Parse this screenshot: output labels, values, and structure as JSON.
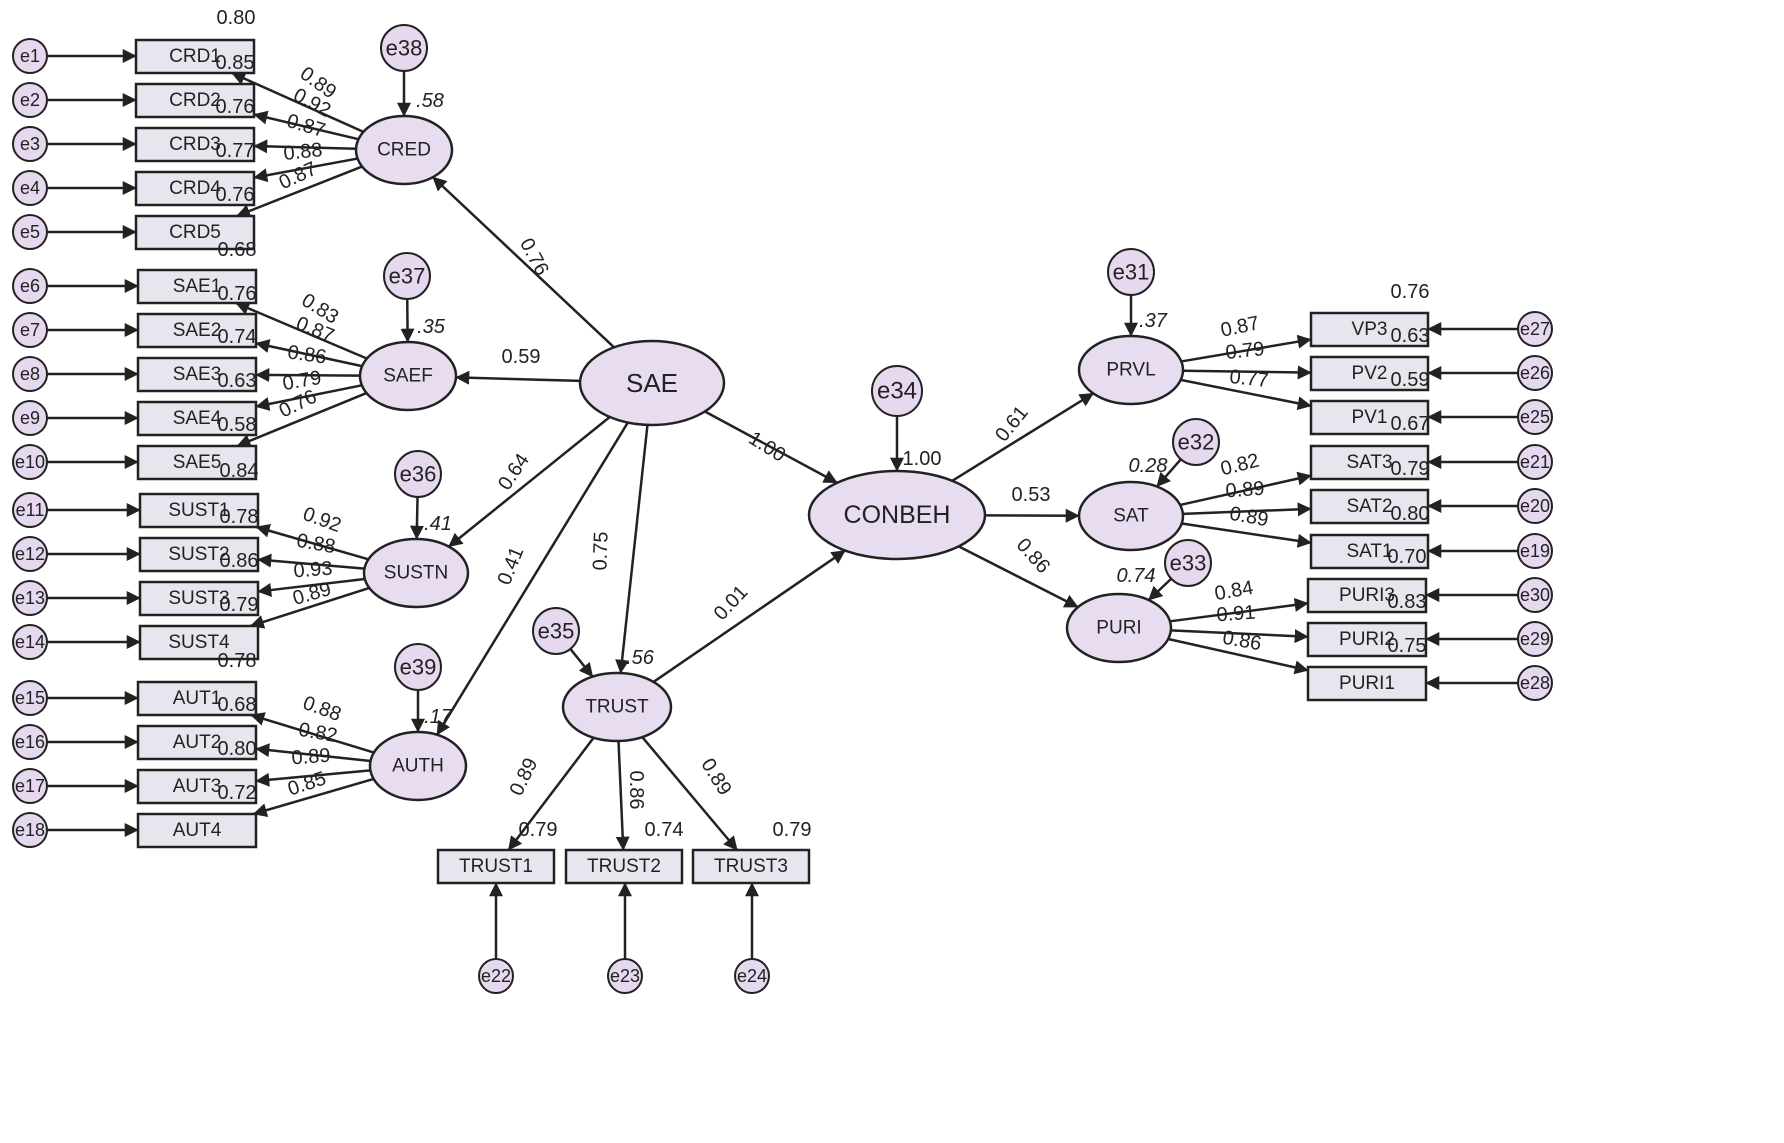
{
  "colors": {
    "latent_fill": "#e8ddf0",
    "observed_fill": "#e5e6ee",
    "error_fill": "#e6d8ee",
    "stroke": "#222222",
    "text": "#222222"
  },
  "latents": {
    "CRED": "CRED",
    "SAEF": "SAEF",
    "SUSTN": "SUSTN",
    "AUTH": "AUTH",
    "SAE": "SAE",
    "TRUST": "TRUST",
    "CONBEH": "CONBEH",
    "PRVL": "PRVL",
    "SAT": "SAT",
    "PURI": "PURI"
  },
  "indicators": {
    "CRD1": "CRD1",
    "CRD2": "CRD2",
    "CRD3": "CRD3",
    "CRD4": "CRD4",
    "CRD5": "CRD5",
    "SAE1": "SAE1",
    "SAE2": "SAE2",
    "SAE3": "SAE3",
    "SAE4": "SAE4",
    "SAE5": "SAE5",
    "SUST1": "SUST1",
    "SUST2": "SUST2",
    "SUST3": "SUST3",
    "SUST4": "SUST4",
    "AUT1": "AUT1",
    "AUT2": "AUT2",
    "AUT3": "AUT3",
    "AUT4": "AUT4",
    "TRUST1": "TRUST1",
    "TRUST2": "TRUST2",
    "TRUST3": "TRUST3",
    "VP3": "VP3",
    "PV2": "PV2",
    "PV1": "PV1",
    "SAT3": "SAT3",
    "SAT2": "SAT2",
    "SAT1": "SAT1",
    "PURI3": "PURI3",
    "PURI2": "PURI2",
    "PURI1": "PURI1"
  },
  "errors": {
    "e1": "e1",
    "e2": "e2",
    "e3": "e3",
    "e4": "e4",
    "e5": "e5",
    "e6": "e6",
    "e7": "e7",
    "e8": "e8",
    "e9": "e9",
    "e10": "e10",
    "e11": "e11",
    "e12": "e12",
    "e13": "e13",
    "e14": "e14",
    "e15": "e15",
    "e16": "e16",
    "e17": "e17",
    "e18": "e18",
    "e19": "e19",
    "e20": "e20",
    "e21": "e21",
    "e22": "e22",
    "e23": "e23",
    "e24": "e24",
    "e25": "e25",
    "e26": "e26",
    "e27": "e27",
    "e28": "e28",
    "e29": "e29",
    "e30": "e30",
    "e31": "e31",
    "e32": "e32",
    "e33": "e33",
    "e34": "e34",
    "e35": "e35",
    "e36": "e36",
    "e37": "e37",
    "e38": "e38",
    "e39": "e39"
  },
  "paths": {
    "SAE_CRED": "0.76",
    "SAE_SAEF": "0.59",
    "SAE_SUSTN": "0.64",
    "SAE_AUTH": "0.41",
    "SAE_TRUST": "0.75",
    "SAE_CONBEH": "1.00",
    "TRUST_CONBEH": "0.01",
    "CONBEH_PRVL": "0.61",
    "CONBEH_SAT": "0.53",
    "CONBEH_PURI": "0.86"
  },
  "loadings": {
    "CRED": [
      "0.89",
      "0.92",
      "0.87",
      "0.88",
      "0.87"
    ],
    "SAEF": [
      "0.83",
      "0.87",
      "0.86",
      "0.79",
      "0.76"
    ],
    "SUSTN": [
      "0.92",
      "0.88",
      "0.93",
      "0.89"
    ],
    "AUTH": [
      "0.88",
      "0.82",
      "0.89",
      "0.85"
    ],
    "TRUST": [
      "0.89",
      "0.86",
      "0.89"
    ],
    "PRVL": [
      "0.87",
      "0.79",
      "0.77"
    ],
    "SAT": [
      "0.82",
      "0.89",
      "0.89"
    ],
    "PURI": [
      "0.84",
      "0.91",
      "0.86"
    ]
  },
  "r2_indicators": {
    "CRD1": "0.80",
    "CRD2": "0.85",
    "CRD3": "0.76",
    "CRD4": "0.77",
    "CRD5": "0.76",
    "SAE1": "0.68",
    "SAE2": "0.76",
    "SAE3": "0.74",
    "SAE4": "0.63",
    "SAE5": "0.58",
    "SUST1": "0.84",
    "SUST2": "0.78",
    "SUST3": "0.86",
    "SUST4": "0.79",
    "AUT1": "0.78",
    "AUT2": "0.68",
    "AUT3": "0.80",
    "AUT4": "0.72",
    "TRUST1": "0.79",
    "TRUST2": "0.74",
    "TRUST3": "0.79",
    "VP3": "0.76",
    "PV2": "0.63",
    "PV1": "0.59",
    "SAT3": "0.67",
    "SAT2": "0.79",
    "SAT1": "0.80",
    "PURI3": "0.70",
    "PURI2": "0.83",
    "PURI1": "0.75"
  },
  "r2_latents": {
    "CRED": ".58",
    "SAEF": ".35",
    "SUSTN": ".41",
    "AUTH": ".17",
    "TRUST": ".56",
    "CONBEH": "1.00",
    "PRVL": ".37",
    "SAT": "0.28",
    "PURI": "0.74"
  }
}
